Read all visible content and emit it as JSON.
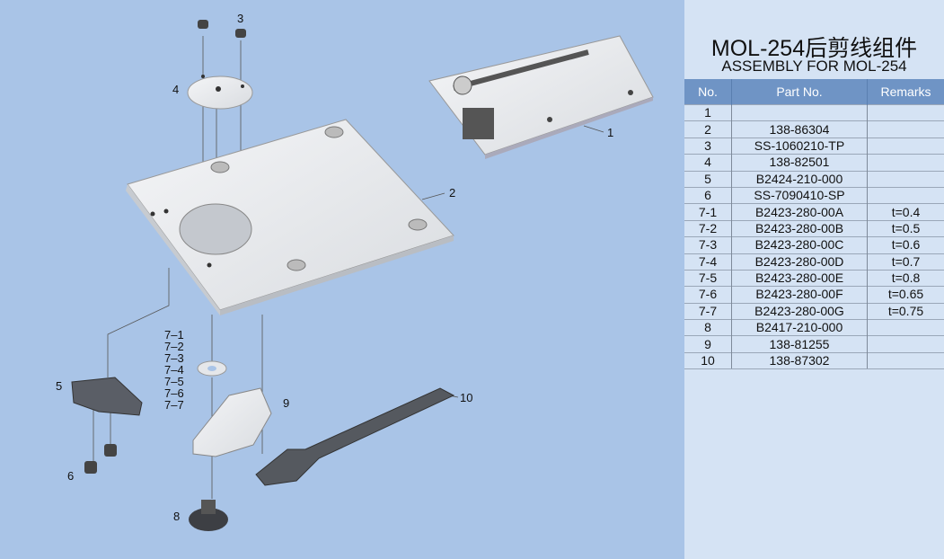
{
  "title_cn": "MOL-254后剪线组件",
  "title_en": "ASSEMBLY FOR MOL-254",
  "table": {
    "headers": [
      "No.",
      "Part No.",
      "Remarks"
    ],
    "rows": [
      [
        "1",
        "",
        ""
      ],
      [
        "2",
        "138-86304",
        ""
      ],
      [
        "3",
        "SS-1060210-TP",
        ""
      ],
      [
        "4",
        "138-82501",
        ""
      ],
      [
        "5",
        "B2424-210-000",
        ""
      ],
      [
        "6",
        "SS-7090410-SP",
        ""
      ],
      [
        "7-1",
        "B2423-280-00A",
        "t=0.4"
      ],
      [
        "7-2",
        "B2423-280-00B",
        "t=0.5"
      ],
      [
        "7-3",
        "B2423-280-00C",
        "t=0.6"
      ],
      [
        "7-4",
        "B2423-280-00D",
        "t=0.7"
      ],
      [
        "7-5",
        "B2423-280-00E",
        "t=0.8"
      ],
      [
        "7-6",
        "B2423-280-00F",
        "t=0.65"
      ],
      [
        "7-7",
        "B2423-280-00G",
        "t=0.75"
      ],
      [
        "8",
        "B2417-210-000",
        ""
      ],
      [
        "9",
        "138-81255",
        ""
      ],
      [
        "10",
        "138-87302",
        ""
      ]
    ]
  },
  "callouts": {
    "c1": "1",
    "c2": "2",
    "c3": "3",
    "c4": "4",
    "c5": "5",
    "c6": "6",
    "c7": [
      "7–1",
      "7–2",
      "7–3",
      "7–4",
      "7–5",
      "7–6",
      "7–7"
    ],
    "c8": "8",
    "c9": "9",
    "c10": "10"
  }
}
